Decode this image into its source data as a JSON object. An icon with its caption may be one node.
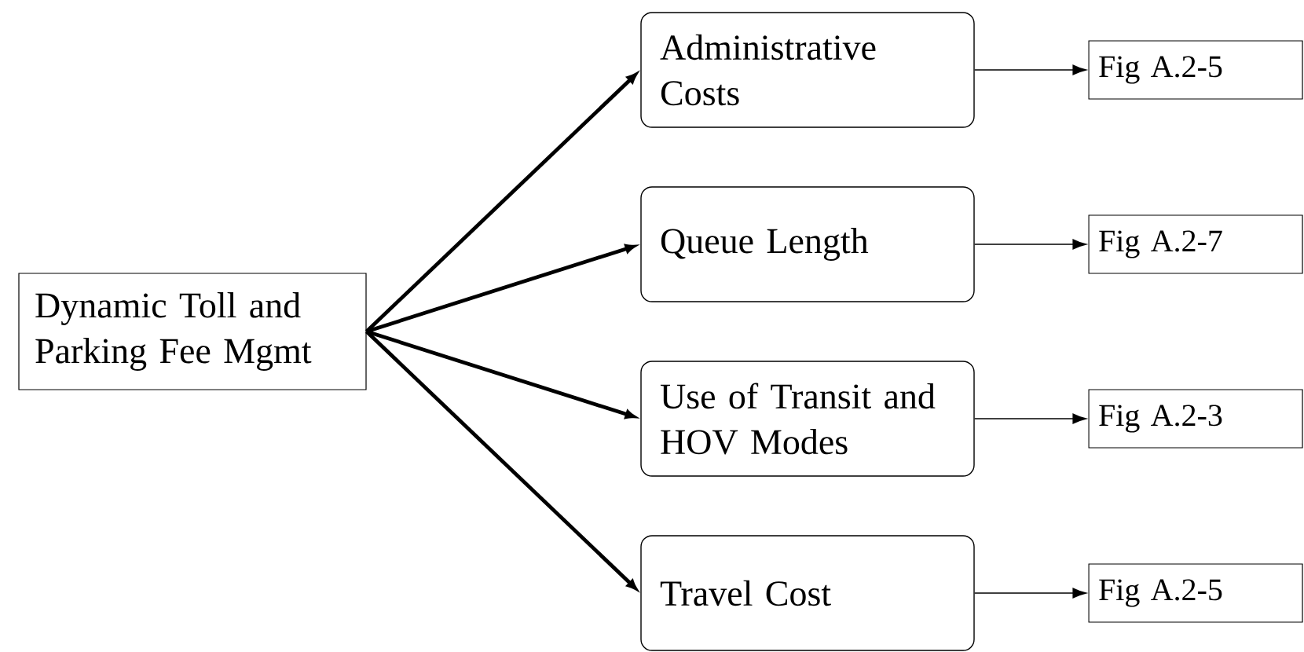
{
  "diagram": {
    "nodes": [
      {
        "text": [
          "Dynamic Toll and Parking Fee Mgmt"
        ]
      },
      {
        "text": [
          "Administrative Costs"
        ]
      },
      {
        "text": [
          "Queue Length"
        ]
      },
      {
        "text": [
          "Use of Transit and HOV Modes"
        ]
      },
      {
        "text": [
          "Travel Cost"
        ]
      },
      {
        "text": [
          "Fig A.2-5"
        ]
      },
      {
        "text": [
          "Fig A.2-7"
        ]
      },
      {
        "text": [
          "Fig A.2-3"
        ]
      },
      {
        "text": [
          "Fig A.2-5"
        ]
      }
    ],
    "edges": [
      {
        "from": 0,
        "to": 1,
        "arrow": "to",
        "style": "thick"
      },
      {
        "from": 0,
        "to": 2,
        "arrow": "to",
        "style": "thick"
      },
      {
        "from": 0,
        "to": 3,
        "arrow": "to",
        "style": "thick"
      },
      {
        "from": 0,
        "to": 4,
        "arrow": "to",
        "style": "thick"
      },
      {
        "from": 1,
        "to": 5,
        "arrow": "to"
      },
      {
        "from": 2,
        "to": 6,
        "arrow": "to"
      },
      {
        "from": 3,
        "to": 7,
        "arrow": "to"
      },
      {
        "from": 4,
        "to": 8,
        "arrow": "to"
      }
    ]
  }
}
